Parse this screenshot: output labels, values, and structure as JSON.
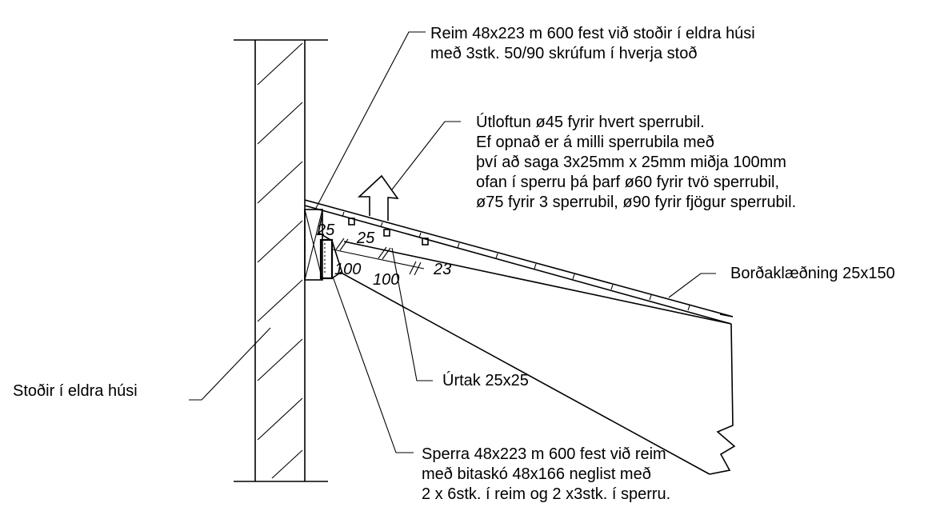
{
  "notes": {
    "reim": {
      "line1": "Reim 48x223 m 600 fest við stoðir í eldra húsi",
      "line2": "með 3stk. 50/90 skrúfum í hverja stoð"
    },
    "utloftun": {
      "line1": "Útloftun ø45 fyrir hvert sperrubil.",
      "line2": "Ef opnað er á milli sperrubila með",
      "line3": "því að saga 3x25mm x 25mm miðja 100mm",
      "line4": "ofan í sperru þá þarf ø60 fyrir tvö sperrubil,",
      "line5": "ø75 fyrir 3 sperrubil, ø90 fyrir fjögur sperrubil."
    },
    "bordaklaedning": "Borðaklæðning 25x150",
    "urtak": "Úrtak 25x25",
    "stodir": "Stoðir í eldra húsi",
    "sperra": {
      "line1": "Sperra 48x223 m 600 fest við reim",
      "line2": "með bitaskó 48x166 neglist með",
      "line3": "2 x 6stk. í reim og 2 x3stk. í sperru."
    }
  },
  "dimensions": {
    "d25a": "25",
    "d25b": "25",
    "d100a": "100",
    "d100b": "100",
    "d23": "23"
  }
}
